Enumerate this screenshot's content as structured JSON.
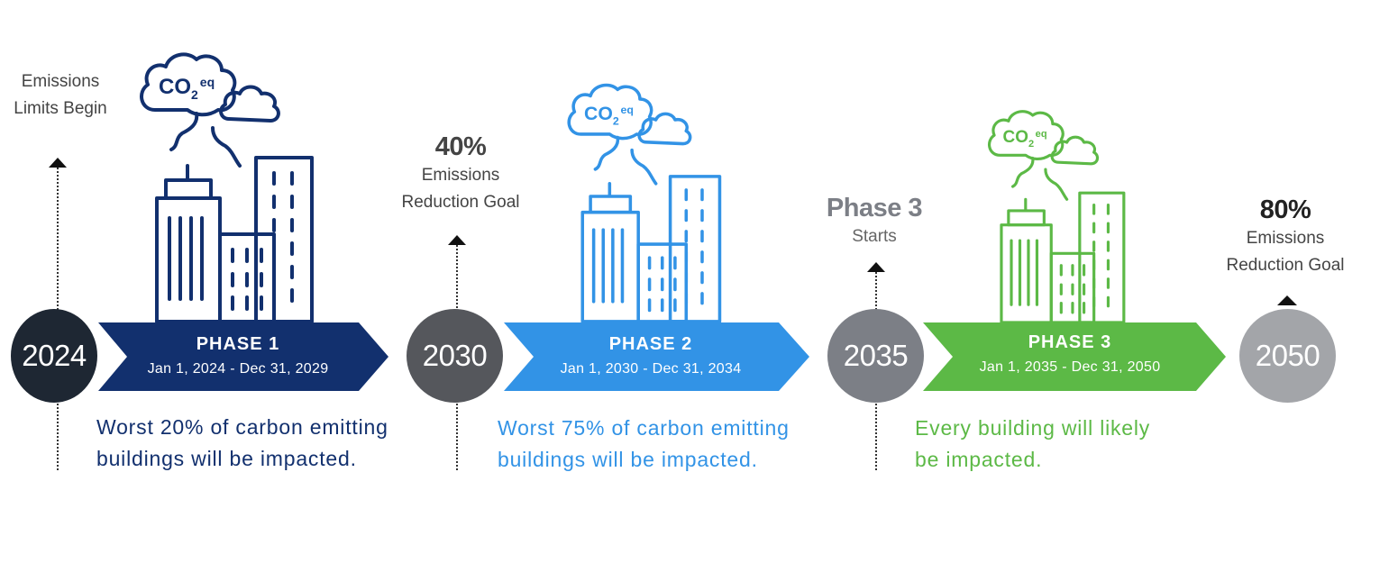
{
  "milestones": [
    {
      "year": "2024",
      "color": "#1e2733",
      "note_big": "",
      "note_lines": [
        "Emissions",
        "Limits Begin"
      ]
    },
    {
      "year": "2030",
      "color": "#55575c",
      "note_big": "40%",
      "note_lines": [
        "Emissions",
        "Reduction Goal"
      ]
    },
    {
      "year": "2035",
      "color": "#7c7f86",
      "note_big": "Phase 3",
      "note_lines": [
        "Starts"
      ]
    },
    {
      "year": "2050",
      "color": "#a3a5a9",
      "note_big": "80%",
      "note_lines": [
        "Emissions",
        "Reduction Goal"
      ]
    }
  ],
  "phases": [
    {
      "title": "PHASE 1",
      "dates": "Jan 1, 2024 - Dec 31, 2029",
      "color": "#12306e",
      "desc_lines": [
        "Worst 20% of carbon emitting",
        "buildings will be impacted."
      ],
      "icon": "co2eq-buildings-icon"
    },
    {
      "title": "PHASE 2",
      "dates": "Jan 1, 2030 - Dec 31, 2034",
      "color": "#3293e6",
      "desc_lines": [
        "Worst 75% of carbon emitting",
        "buildings will be impacted."
      ],
      "icon": "co2eq-buildings-icon"
    },
    {
      "title": "PHASE 3",
      "dates": "Jan 1, 2035 - Dec 31, 2050",
      "color": "#5cb946",
      "desc_lines": [
        "Every building will likely",
        "be impacted."
      ],
      "icon": "co2eq-buildings-icon"
    }
  ],
  "co2_label": {
    "main": "CO",
    "sub": "2",
    "sup": "eq"
  }
}
